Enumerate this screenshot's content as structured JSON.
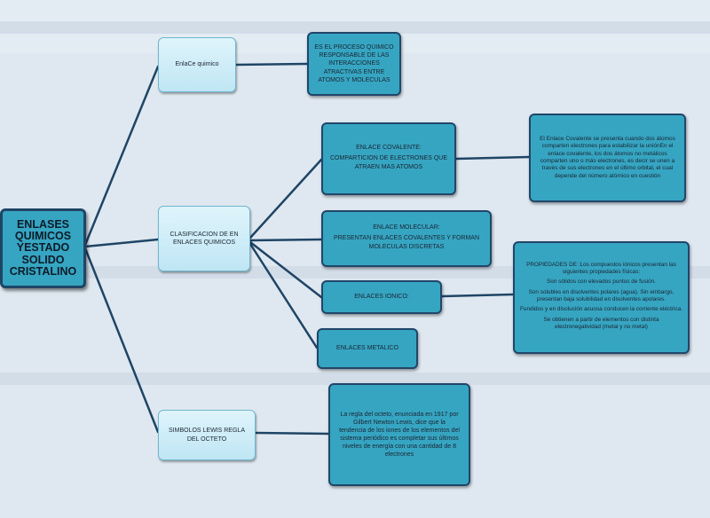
{
  "root": {
    "label": "ENLASES QUIMICOS YESTADO SOLIDO CRISTALINO"
  },
  "branches": {
    "enlace_quimico": {
      "label": "EnlaCe quimico"
    },
    "clasificacion": {
      "label": "CLASIFICACION DE EN ENLACES QUIMICOS"
    },
    "simbolos_lewis": {
      "label": "SIMBOLOS LEWIS REGLA DEL OCTETO"
    }
  },
  "details": {
    "proceso_quimico": {
      "label": "ES EL PROCESO QUIMICO RESPONSABLE DE LAS INTERACCIONES ATRACTIVAS ENTRE ATOMOS Y MOLECULAS"
    },
    "covalente": {
      "title": "ENLACE COVALENTE:",
      "text": "COMPARTICION DE ELECTRONES QUE ATRAEN MAS ATOMOS"
    },
    "covalente_desc": {
      "label": "El Enlace Covalente se presenta cuando dos átomos comparten electrones para estabilizar la uniónEn el enlace covalente, los dos átomos no metálicos comparten uno o más electrones, es decir se unen a través de sus electrones en el último orbital, el cual depende del número atómico en cuestión"
    },
    "molecular": {
      "title": "ENLACE MOLECULAR:",
      "text": "PRESENTAN ENLACES COVALENTES Y FORMAN MOLECULAS DISCRETAS"
    },
    "ionico": {
      "label": "ENLACES IONICO:"
    },
    "ionico_props": {
      "lines": [
        "PROPIEDADES DE :Los compuestos iónicos presentan las siguientes propiedades físicas:",
        "Son sólidos con elevados puntos de fusión.",
        "Son solubles en disolventes polares (agua). Sin embargo, presentan baja solubilidad en disolventes apolares.",
        "Fundidos y en disolución acuosa conducen la corriente eléctrica.",
        "Se obtienen a partir de elementos con distinta electronegatividad (metal y no metal)"
      ]
    },
    "metalico": {
      "label": "ENLACES METALICO"
    },
    "octeto": {
      "label": "La regla del octeto, enunciada en 1917 por Gilbert Newton Lewis, dice que la tendencia de los iones de los elementos del sistema periódico es completar sus últimos niveles de energía con una cantidad de 8 electrones"
    }
  },
  "colors": {
    "line": "#1f4566",
    "teal": "#36a5c2",
    "light": "#c9ecf7"
  }
}
